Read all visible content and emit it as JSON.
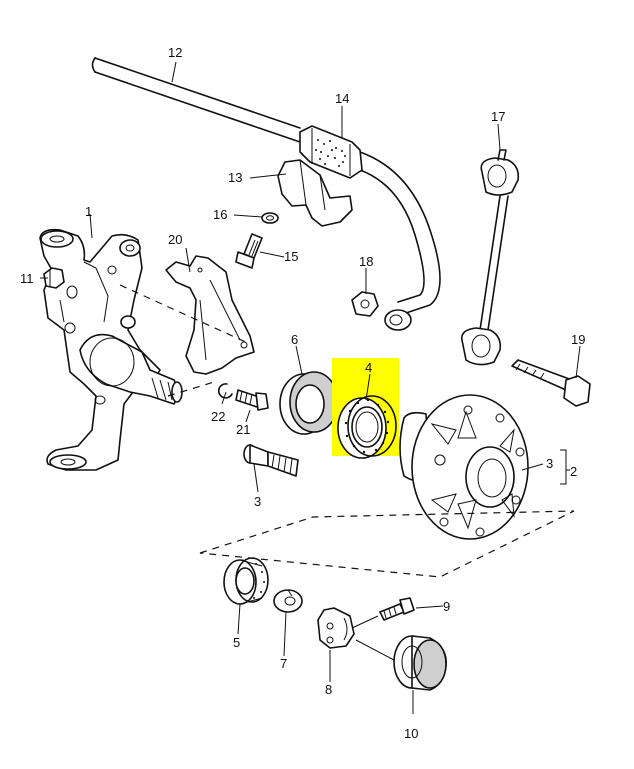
{
  "highlight_color": "#ffff00",
  "labels": {
    "p1": "1",
    "p2": "2",
    "p3a": "3",
    "p3b": "3",
    "p4": "4",
    "p5": "5",
    "p6": "6",
    "p7": "7",
    "p8": "8",
    "p9": "9",
    "p10": "10",
    "p11": "11",
    "p12": "12",
    "p13": "13",
    "p14": "14",
    "p15": "15",
    "p16": "16",
    "p17": "17",
    "p18": "18",
    "p19": "19",
    "p20": "20",
    "p21": "21",
    "p22": "22"
  },
  "highlighted_part": "4"
}
